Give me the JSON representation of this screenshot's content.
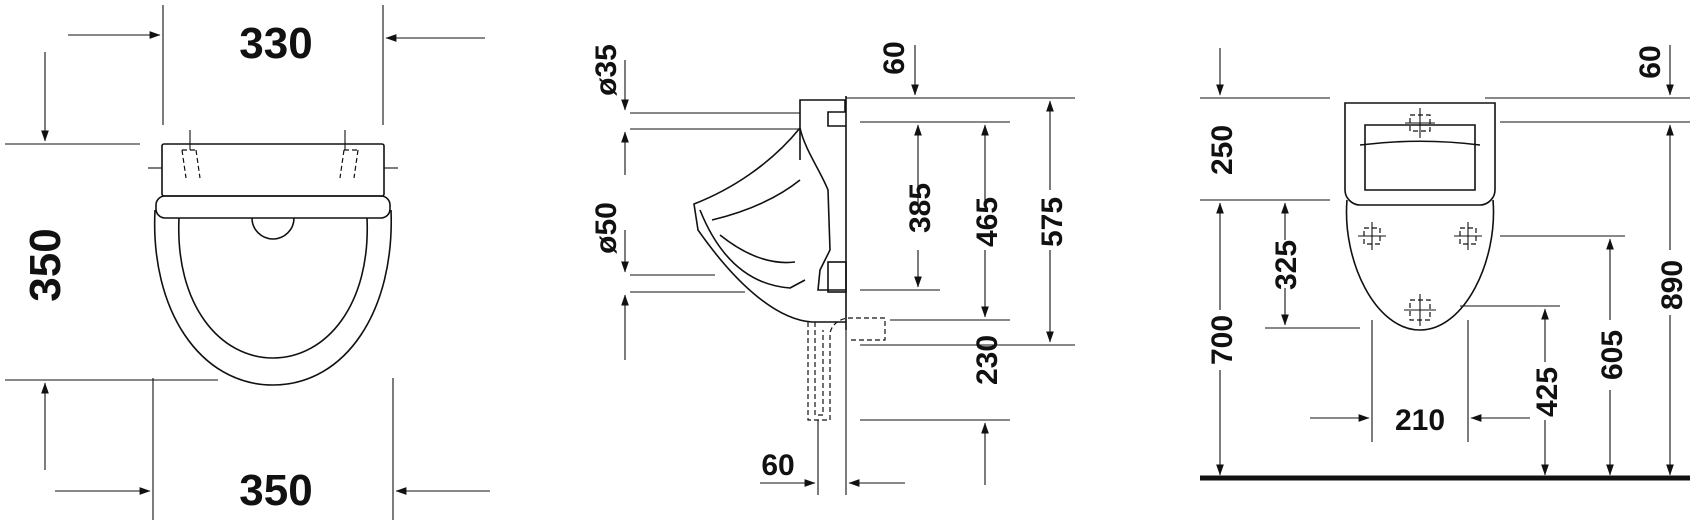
{
  "front_view": {
    "width_top": "330",
    "width_bottom": "350",
    "depth": "350"
  },
  "side_view": {
    "inlet_diameter": "ø35",
    "outlet_diameter": "ø50",
    "top_offset": "60",
    "inlet_to_outlet": "385",
    "top_to_outlet": "465",
    "total_height": "575",
    "outlet_to_floor_pipe": "230",
    "wall_offset": "60"
  },
  "wall_view": {
    "top_offset": "60",
    "rim_height": "250",
    "fixing_spacing_vertical": "325",
    "rim_to_floor": "700",
    "fixing_spacing_horizontal": "210",
    "lower_fixing_height": "425",
    "upper_fixing_height": "605",
    "top_to_floor": "890"
  }
}
